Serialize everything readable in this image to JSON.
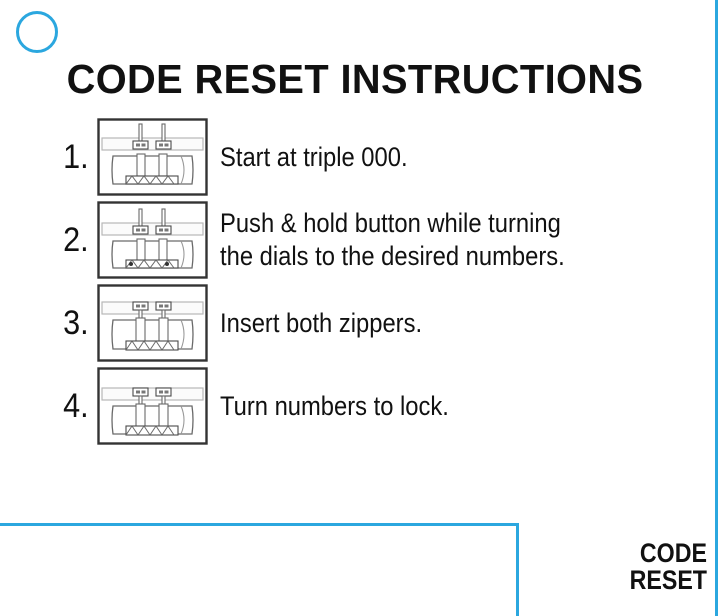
{
  "page": {
    "title": "CODE RESET INSTRUCTIONS",
    "background_color": "#ffffff",
    "text_color": "#111111",
    "accent_color": "#2BA7DF"
  },
  "decoration": {
    "circle_icon_name": "brand-circle-outline",
    "circle_color": "#2BA7DF",
    "rule_color": "#2BA7DF"
  },
  "steps": [
    {
      "number": "1.",
      "text_line1": "Start at triple 000.",
      "text_line2": "",
      "figure_name": "lock-diagram-zippers-out"
    },
    {
      "number": "2.",
      "text_line1": "Push & hold button while turning",
      "text_line2": "the dials to the desired numbers.",
      "figure_name": "lock-diagram-dials-turning"
    },
    {
      "number": "3.",
      "text_line1": "Insert both zippers.",
      "text_line2": "",
      "figure_name": "lock-diagram-zippers-inserted"
    },
    {
      "number": "4.",
      "text_line1": "Turn numbers to lock.",
      "text_line2": "",
      "figure_name": "lock-diagram-locked"
    }
  ],
  "footer": {
    "line1": "CODE",
    "line2": "RESET"
  }
}
